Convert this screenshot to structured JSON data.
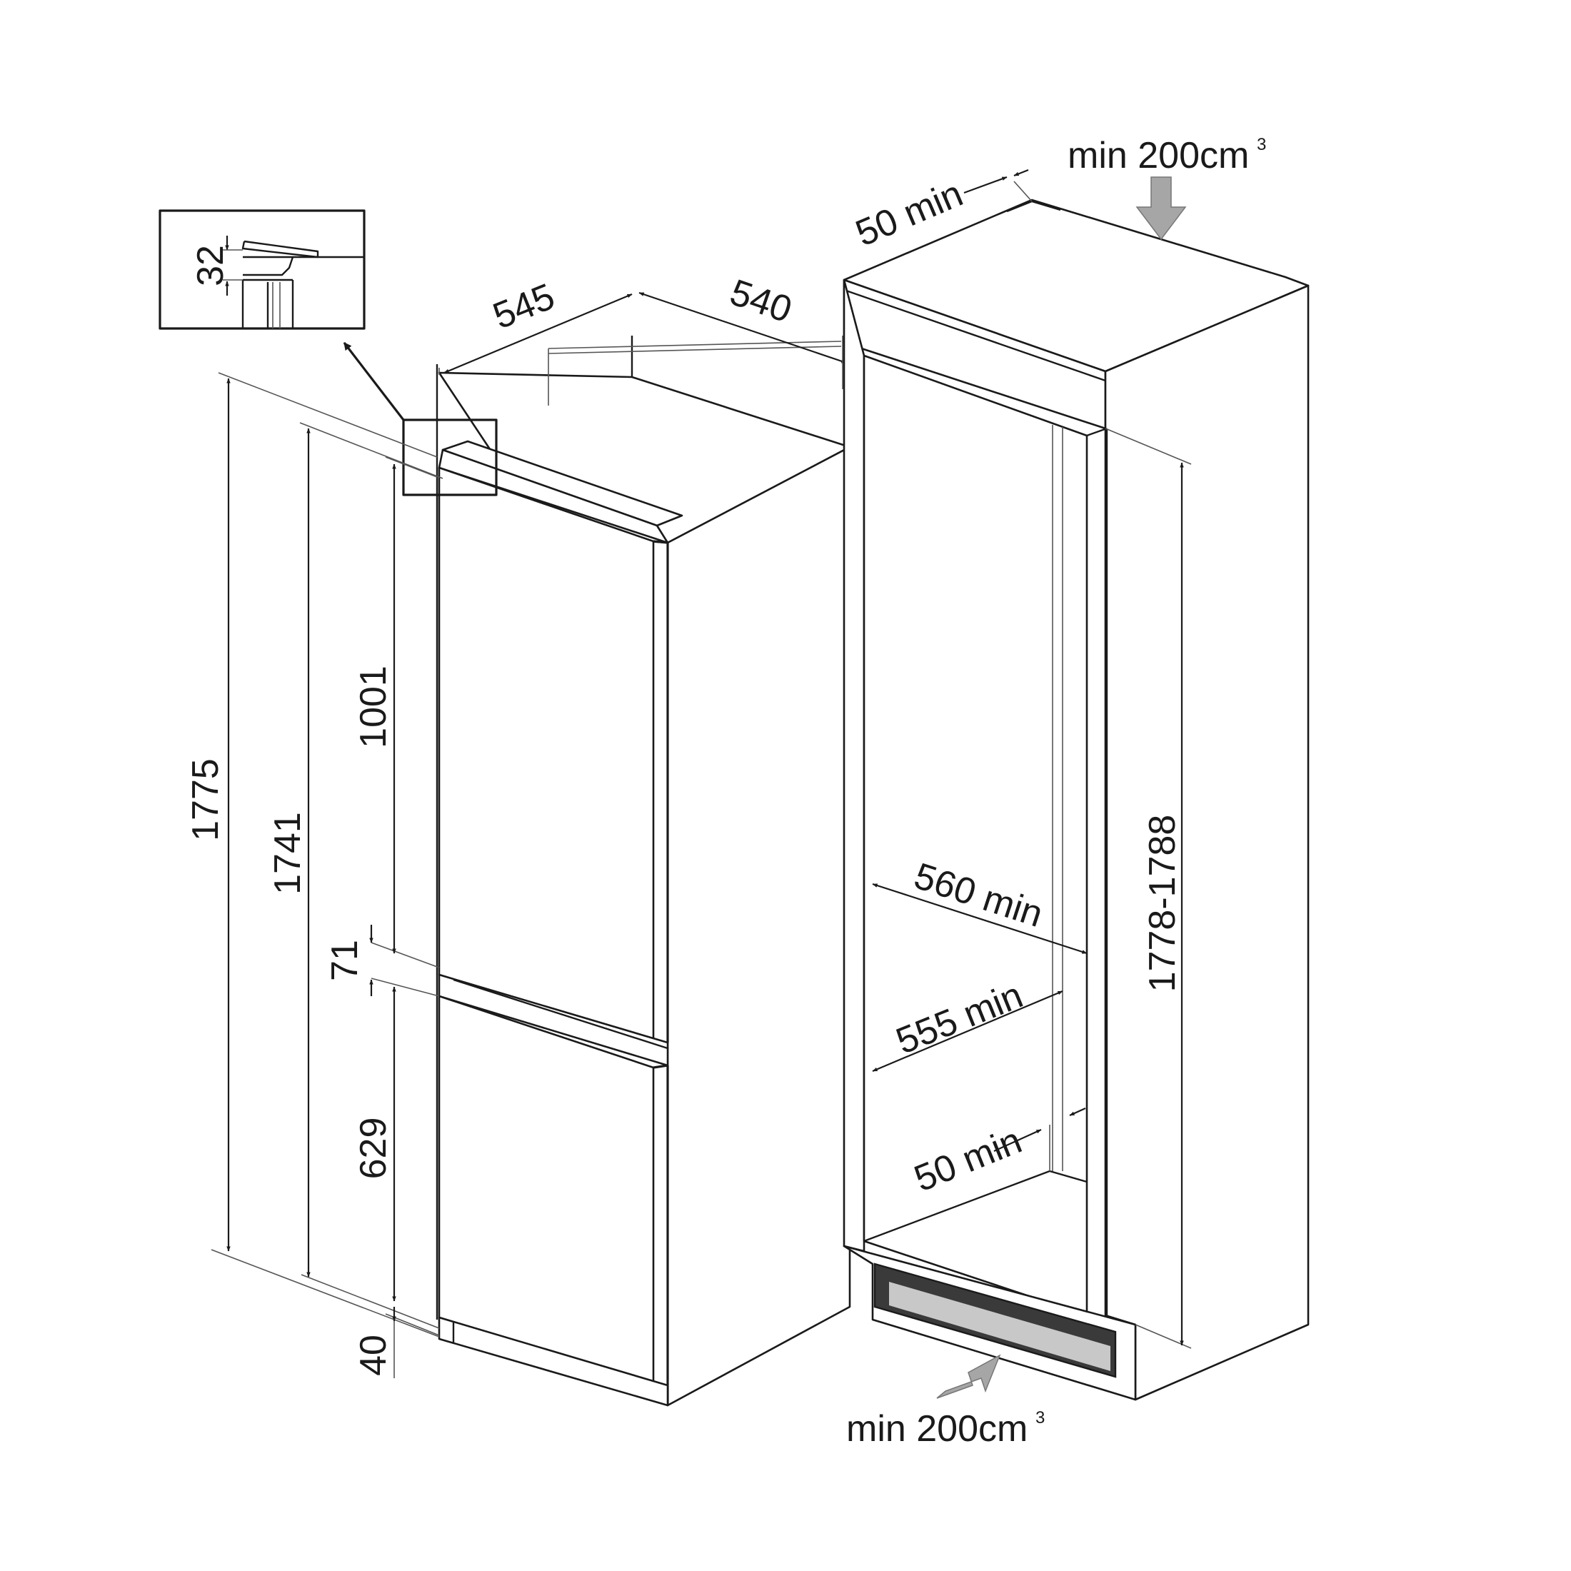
{
  "dimensions": {
    "inset_height": "32",
    "depth_appliance": "545",
    "depth_niche": "540",
    "top_gap": "50 min",
    "height_total": "1775",
    "height_body": "1741",
    "height_fridge_door": "1001",
    "gap_doors": "71",
    "height_freezer_door": "629",
    "plinth": "40",
    "width_niche": "560 min",
    "depth_niche_min": "555 min",
    "back_gap": "50 min",
    "niche_height": "1778-1788"
  },
  "ventilation": {
    "top_label": "min 200cm",
    "top_sup": "3",
    "bottom_label": "min 200cm",
    "bottom_sup": "3"
  },
  "colors": {
    "line": "#1a1a1a",
    "vent_arrow": "#a6a6a6",
    "vent_grille": "#c8c8c8"
  }
}
